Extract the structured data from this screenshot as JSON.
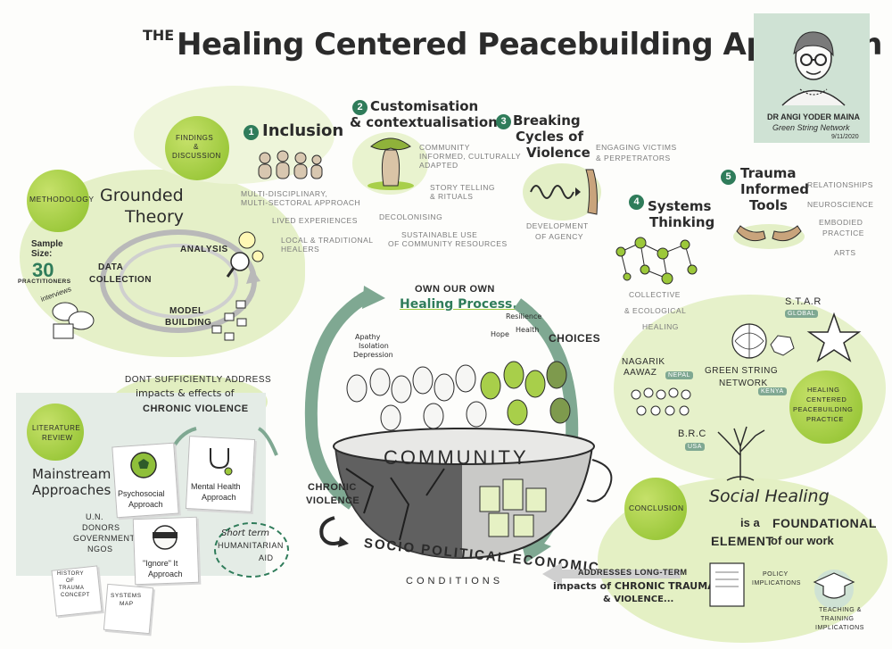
{
  "title": {
    "prefix": "THE",
    "main": "Healing Centered Peacebuilding Approach"
  },
  "author": {
    "name": "DR ANGI YODER MAINA",
    "org": "Green String Network",
    "date": "9/11/2020"
  },
  "findings": {
    "label_line1": "FINDINGS",
    "label_line2": "&",
    "label_line3": "DISCUSSION"
  },
  "inclusion": {
    "number": "1",
    "title": "Inclusion",
    "notes": [
      "MULTI-DISCIPLINARY,",
      "MULTI-SECTORAL APPROACH",
      "LIVED EXPERIENCES",
      "LOCAL & TRADITIONAL",
      "HEALERS"
    ]
  },
  "customisation": {
    "number": "2",
    "title_line1": "Customisation",
    "title_line2": "& contextualisation",
    "notes": [
      "COMMUNITY",
      "INFORMED, CULTURALLY",
      "ADAPTED",
      "STORY TELLING",
      "& RITUALS",
      "DECOLONISING",
      "SUSTAINABLE USE",
      "OF COMMUNITY RESOURCES"
    ]
  },
  "breaking": {
    "number": "3",
    "title_line1": "Breaking",
    "title_line2": "Cycles of",
    "title_line3": "Violence",
    "notes": [
      "ENGAGING VICTIMS",
      "& PERPETRATORS",
      "DEVELOPMENT",
      "OF AGENCY"
    ]
  },
  "systems": {
    "number": "4",
    "title_line1": "Systems",
    "title_line2": "Thinking",
    "notes": [
      "COLLECTIVE",
      "& ECOLOGICAL",
      "HEALING"
    ]
  },
  "trauma": {
    "number": "5",
    "title_line1": "Trauma",
    "title_line2": "Informed",
    "title_line3": "Tools",
    "notes": [
      "RELATIONSHIPS",
      "NEUROSCIENCE",
      "EMBODIED",
      "PRACTICE",
      "ARTS"
    ]
  },
  "methodology": {
    "label": "METHODOLOGY",
    "title_line1": "Grounded",
    "title_line2": "Theory",
    "sample_label1": "Sample",
    "sample_label2": "Size:",
    "sample_number": "30",
    "sample_unit": "PRACTITIONERS",
    "interviews": "interviews",
    "data_collection1": "DATA",
    "data_collection2": "COLLECTION",
    "analysis": "ANALYSIS",
    "model_building1": "MODEL",
    "model_building2": "BUILDING"
  },
  "center": {
    "own_line1": "OWN OUR OWN",
    "own_line2": "Healing Process...",
    "choices": "CHOICES",
    "resilience": "Resilience",
    "hope": "Hope",
    "health": "Health",
    "apathy": "Apathy",
    "isolation": "Isolation",
    "depression": "Depression",
    "community": "COMMUNITY",
    "chronic1": "CHRONIC",
    "chronic2": "VIOLENCE",
    "socio_line1": "SOCIO POLITICAL ECONOMIC",
    "socio_line2": "CONDITIONS"
  },
  "literature": {
    "label_line1": "LITERATURE",
    "label_line2": "REVIEW",
    "dont_line1": "DONT SUFFICIENTLY ADDRESS",
    "dont_line2": "impacts & effects of",
    "dont_line3": "CHRONIC VIOLENCE",
    "mainstream1": "Mainstream",
    "mainstream2": "Approaches",
    "actors": [
      "U.N.",
      "DONORS",
      "GOVERNMENTS",
      "NGOS"
    ],
    "psychosocial1": "Psychosocial",
    "psychosocial2": "Approach",
    "mental1": "Mental Health",
    "mental2": "Approach",
    "ignore1": "\"Ignore\" It",
    "ignore2": "Approach",
    "short1": "Short term",
    "short2": "HUMANITARIAN",
    "short3": "AID",
    "history": [
      "HISTORY",
      "OF",
      "TRAUMA",
      "CONCEPT"
    ],
    "systems_map1": "SYSTEMS",
    "systems_map2": "MAP"
  },
  "practice": {
    "star": "S.T.A.R",
    "global": "GLOBAL",
    "nagarik1": "NAGARIK",
    "nagarik2": "AAWAZ",
    "nepal": "NEPAL",
    "gsn1": "GREEN STRING",
    "gsn2": "NETWORK",
    "kenya": "KENYA",
    "brc": "B.R.C",
    "usa": "USA",
    "label": [
      "HEALING",
      "CENTERED",
      "PEACEBUILDING",
      "PRACTICE"
    ]
  },
  "conclusion": {
    "label": "CONCLUSION",
    "line1": "Social Healing",
    "line2a": "is a ",
    "line2b": "FOUNDATIONAL",
    "line3a": "ELEMENT",
    "line3b": " of our work",
    "addresses1": "ADDRESSES LONG-TERM",
    "addresses2": "impacts of CHRONIC TRAUMA",
    "addresses3": "& VIOLENCE...",
    "policy1": "POLICY",
    "policy2": "IMPLICATIONS",
    "teaching1": "TEACHING &",
    "teaching2": "TRAINING",
    "teaching3": "IMPLICATIONS"
  },
  "colors": {
    "lime": "#9cc83a",
    "pale": "#e3efc6",
    "sage": "#7fa892",
    "dark_green": "#2f7c5a"
  }
}
